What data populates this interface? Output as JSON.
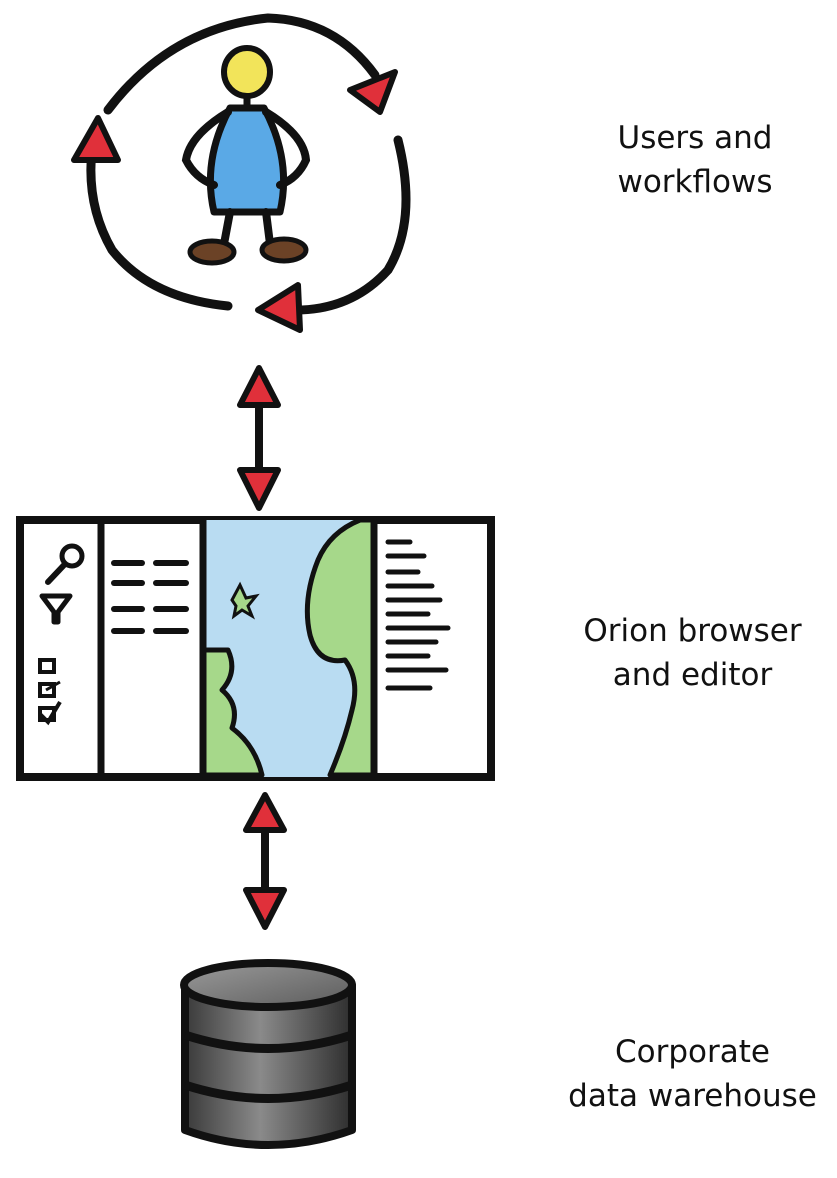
{
  "layers": [
    {
      "id": "users",
      "line1": "Users and",
      "line2": "workflows"
    },
    {
      "id": "orion",
      "line1": "Orion browser",
      "line2": "and editor"
    },
    {
      "id": "warehouse",
      "line1": "Corporate",
      "line2": "data warehouse"
    }
  ],
  "colors": {
    "ink": "#111111",
    "arrowhead": "#e0303a",
    "head": "#f2e45a",
    "body": "#5aa9e6",
    "feet": "#6b4226",
    "water": "#b9dcf2",
    "land": "#a6d88a",
    "cylinder": "#5a5a5a"
  },
  "icons": [
    "person-icon",
    "cycle-arrows-icon",
    "double-arrow-icon",
    "browser-window-icon",
    "search-icon",
    "filter-icon",
    "checkbox-icon",
    "map-icon",
    "database-icon"
  ]
}
